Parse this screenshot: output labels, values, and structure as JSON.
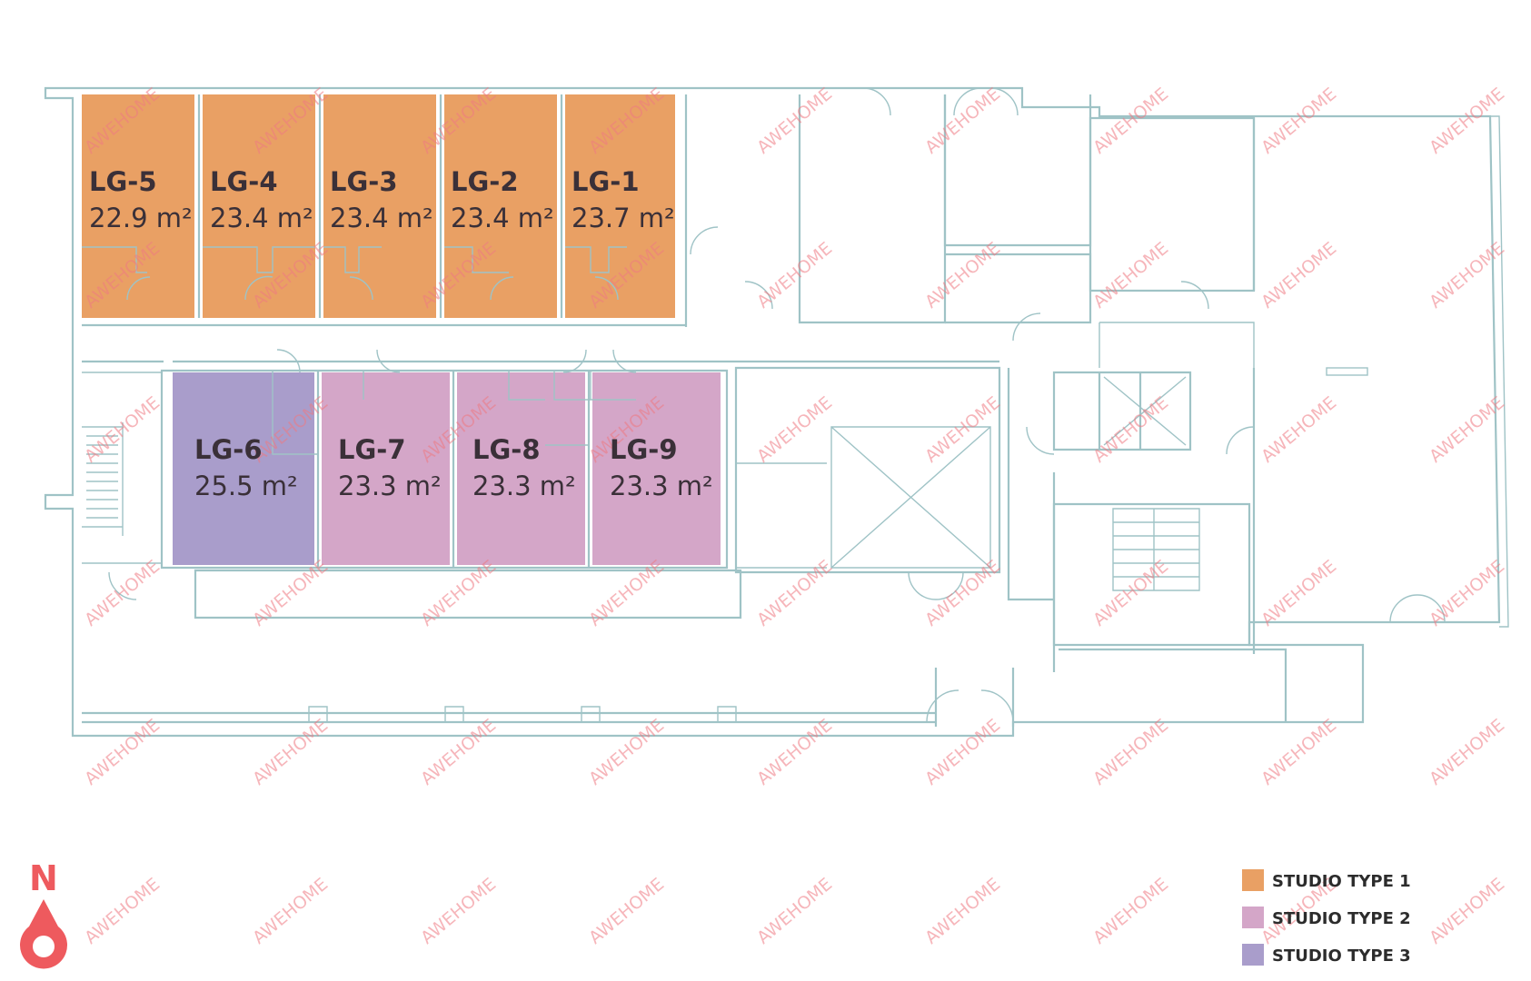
{
  "colors": {
    "type1": "#e9a064",
    "type2": "#d4a6c8",
    "type3": "#a99dcb",
    "wall": "#9fc3c6",
    "north": "#ee5a5e"
  },
  "units": [
    {
      "id": "LG-5",
      "area": "22.9 m²",
      "type": "type1"
    },
    {
      "id": "LG-4",
      "area": "23.4 m²",
      "type": "type1"
    },
    {
      "id": "LG-3",
      "area": "23.4 m²",
      "type": "type1"
    },
    {
      "id": "LG-2",
      "area": "23.4 m²",
      "type": "type1"
    },
    {
      "id": "LG-1",
      "area": "23.7 m²",
      "type": "type1"
    },
    {
      "id": "LG-6",
      "area": "25.5 m²",
      "type": "type3"
    },
    {
      "id": "LG-7",
      "area": "23.3 m²",
      "type": "type2"
    },
    {
      "id": "LG-8",
      "area": "23.3 m²",
      "type": "type2"
    },
    {
      "id": "LG-9",
      "area": "23.3 m²",
      "type": "type2"
    }
  ],
  "legend": [
    {
      "label": "STUDIO TYPE 1",
      "type": "type1"
    },
    {
      "label": "STUDIO TYPE 2",
      "type": "type2"
    },
    {
      "label": "STUDIO TYPE 3",
      "type": "type3"
    }
  ],
  "north": {
    "letter": "N",
    "icon": "north-arrow-icon"
  },
  "watermark": "AWEHOME"
}
